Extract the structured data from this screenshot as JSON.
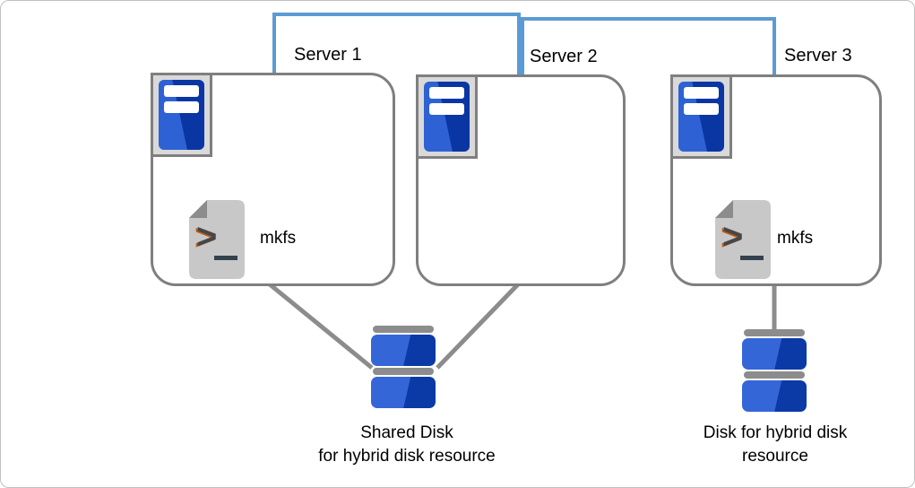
{
  "diagram": {
    "servers": [
      {
        "label": "Server 1"
      },
      {
        "label": "Server 2"
      },
      {
        "label": "Server 3"
      }
    ],
    "script_icon_label": "mkfs",
    "shared_disk_caption": {
      "line1": "Shared Disk",
      "line2": "for hybrid disk resource"
    },
    "single_disk_caption": {
      "line1": "Disk for hybrid disk",
      "line2": "resource"
    },
    "colors": {
      "connector_blue": "#5B9BD5",
      "line_gray": "#8C8C8C",
      "box_border_gray": "#7F7F7F",
      "icon_frame_gray": "#D9D9D9",
      "server_blue_light": "#2E62D4",
      "server_blue_dark": "#0A36A4",
      "document_gray": "#C8C8C8",
      "document_fold_gray": "#8C8C8C",
      "text_black": "#000000"
    }
  }
}
